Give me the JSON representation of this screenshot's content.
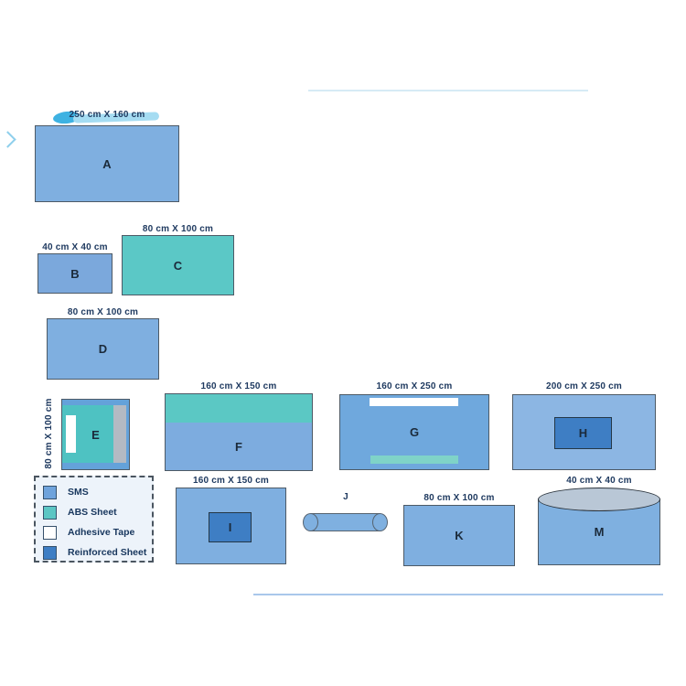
{
  "drapes": {
    "A": {
      "letter": "A",
      "dims": "250 cm X 160 cm"
    },
    "B": {
      "letter": "B",
      "dims": "40 cm X 40 cm"
    },
    "C": {
      "letter": "C",
      "dims": "80 cm X 100 cm"
    },
    "D": {
      "letter": "D",
      "dims": "80 cm X 100 cm"
    },
    "E": {
      "letter": "E",
      "dims": "80 cm X 100 cm"
    },
    "F": {
      "letter": "F",
      "dims": "160 cm X 150 cm"
    },
    "G": {
      "letter": "G",
      "dims": "160 cm X 250 cm"
    },
    "H": {
      "letter": "H",
      "dims": "200 cm X 250 cm"
    },
    "I": {
      "letter": "I",
      "dims": "160 cm X 150 cm"
    },
    "J": {
      "letter": "J"
    },
    "K": {
      "letter": "K",
      "dims": "80 cm X 100 cm"
    },
    "M": {
      "letter": "M",
      "dims": "40 cm X 40 cm"
    }
  },
  "legend": {
    "items": [
      {
        "label": "SMS",
        "color": "#6fa3dc"
      },
      {
        "label": "ABS Sheet",
        "color": "#5cc6c4"
      },
      {
        "label": "Adhesive Tape",
        "color": "#ffffff"
      },
      {
        "label": "Reinforced Sheet",
        "color": "#3e7ec4"
      }
    ]
  },
  "palette": {
    "sms_blue": "#7fafe0",
    "abs_teal": "#5bc8c6",
    "abs_teal_light": "#7fd3c8",
    "adhesive_white": "#ffffff",
    "reinforced_blue": "#3e7ec4",
    "outer_sheet_light_blue": "#8cb6e3",
    "gray_strip": "#b3bac3",
    "cylinder_top_gray": "#b9c7d6",
    "label_text_navy": "#1f3a60",
    "border_dark": "#4d5a66",
    "swoosh_cyan": "#3eb2e2",
    "bottom_rule_blue": "#a9c7eb",
    "top_rule_blue": "#d6ebf5"
  }
}
